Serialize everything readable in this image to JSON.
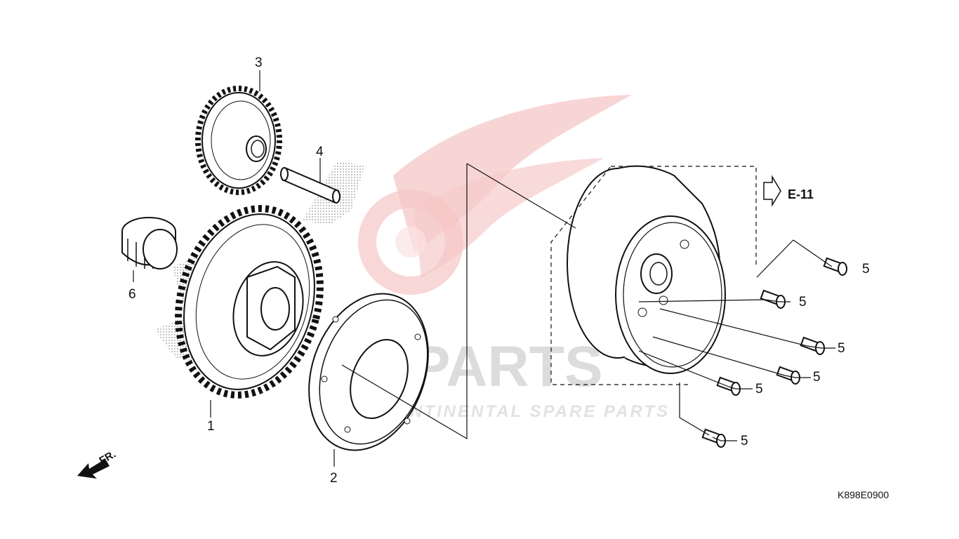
{
  "watermark": {
    "brand": "ICSPARTS",
    "tagline": "INTERCONTINENTAL SPARE PARTS",
    "logo_color": "#f4c4c4"
  },
  "callouts": [
    "1",
    "2",
    "3",
    "4",
    "5",
    "6"
  ],
  "reference": {
    "label": "E-11"
  },
  "direction": {
    "label": "FR."
  },
  "diagram_code": "K898E0900"
}
